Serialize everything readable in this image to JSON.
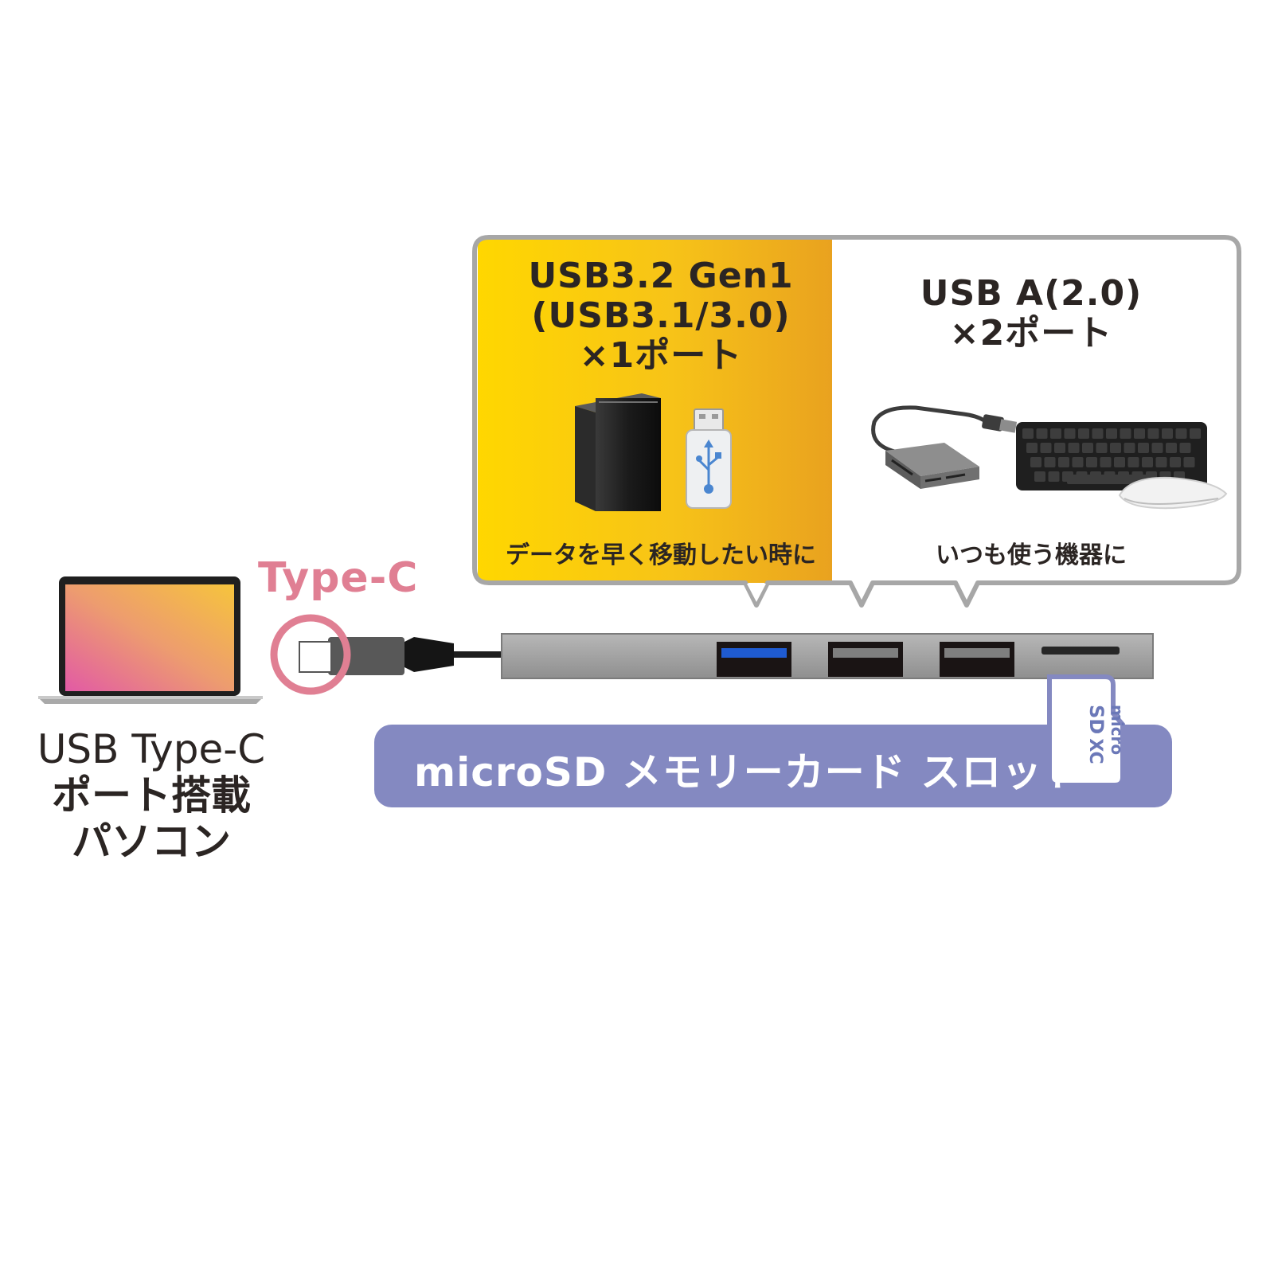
{
  "callouts": {
    "fast": {
      "title_lines": [
        "USB3.2 Gen1",
        "(USB3.1/3.0)",
        "×1ポート"
      ],
      "caption": "データを早く移動したい時に"
    },
    "usba": {
      "title_lines": [
        "USB A(2.0)",
        "×2ポート"
      ],
      "caption": "いつも使う機器に"
    }
  },
  "connector_label": "Type-C",
  "computer_label_lines": [
    "USB Type-C",
    "ポート搭載",
    "パソコン"
  ],
  "sd_slot_label": "microSD メモリーカード  スロット",
  "sd_card_brand": [
    "micro",
    "SD",
    "XC"
  ],
  "colors": {
    "callout_gradient": [
      "#ffd200",
      "#e9a21f"
    ],
    "callout_border": "#a7a7a7",
    "accent_pink": "#e07f93",
    "sd_bar": "#8489c1",
    "usb3_port_blue": "#1f5bd1",
    "hub_gray": "#9b9b9b"
  },
  "icons": [
    "laptop-icon",
    "external-hdd-icon",
    "usb-flash-drive-icon",
    "card-reader-icon",
    "keyboard-icon",
    "mouse-icon",
    "microsd-card-icon"
  ]
}
